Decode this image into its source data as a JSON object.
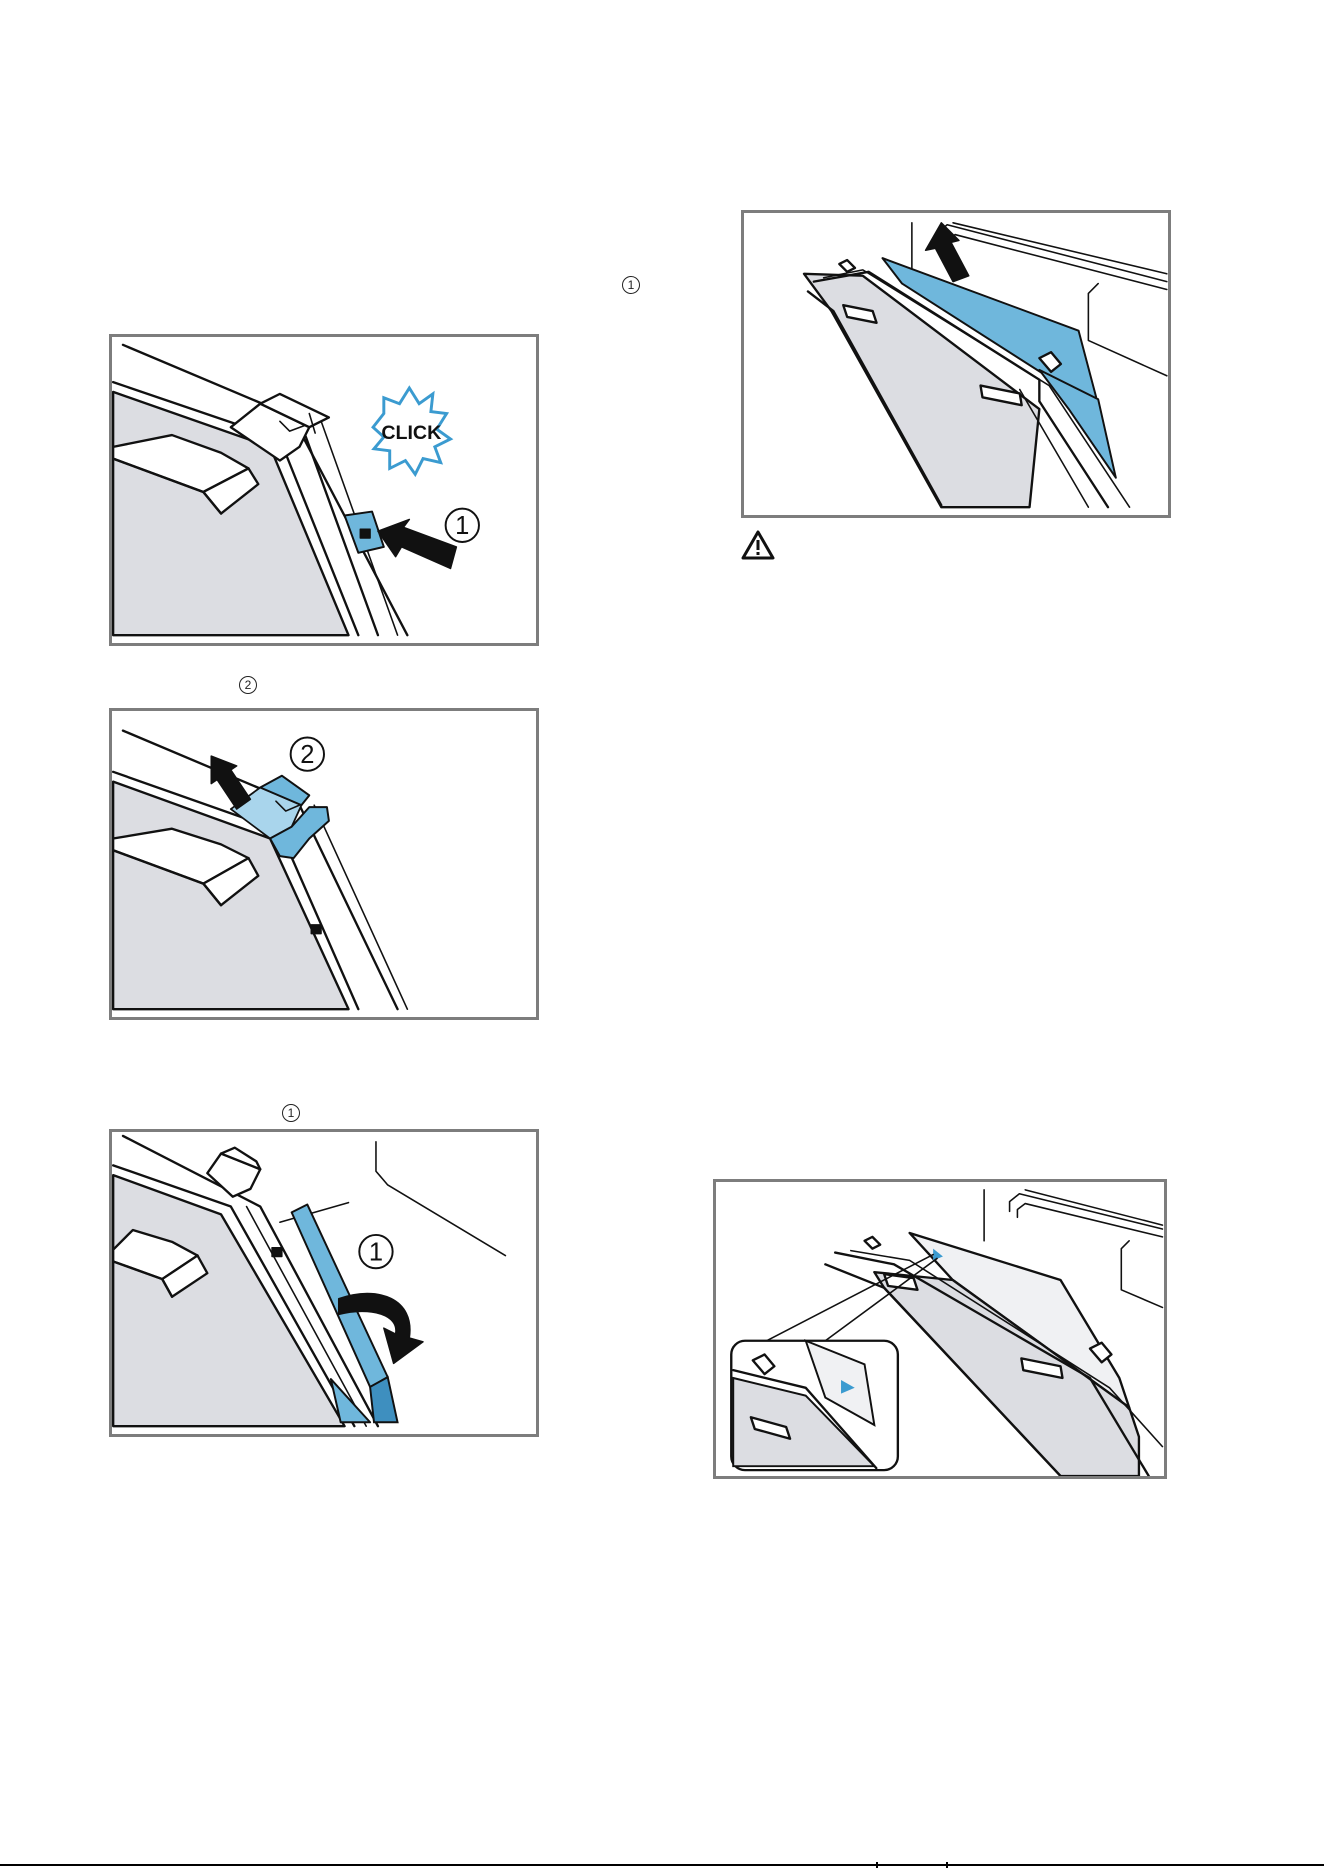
{
  "step_markers": {
    "marker_a": "1",
    "marker_b": "2",
    "marker_c": "1",
    "marker_d": "1"
  },
  "figures": {
    "fig1": {
      "click_text": "CLICK",
      "callout": "1"
    },
    "fig2": {
      "callout": "2"
    },
    "fig3": {
      "callout": "1"
    }
  },
  "warning": {
    "icon": "warning-triangle-icon"
  },
  "colors": {
    "accent_blue": "#6fb7dc",
    "frame_gray": "#7d7d7d",
    "panel_gray": "#dcdde2"
  }
}
